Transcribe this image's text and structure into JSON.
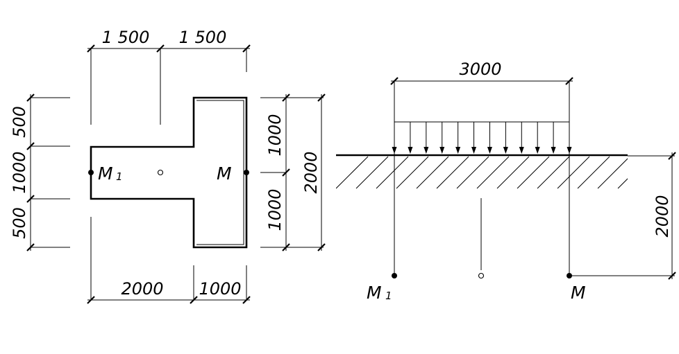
{
  "plan_view": {
    "dimensions": {
      "top_left": "1 500",
      "top_right": "1 500",
      "left_top": "500",
      "left_middle": "1000",
      "left_bottom": "500",
      "right_upper": "1000",
      "right_lower": "1000",
      "right_total": "2000",
      "bottom_left": "2000",
      "bottom_right": "1000"
    },
    "labels": {
      "m1_main": "M",
      "m1_sub": "1",
      "m": "M"
    }
  },
  "section_view": {
    "dimensions": {
      "load_width": "3000",
      "depth": "2000"
    },
    "labels": {
      "m1_main": "M",
      "m1_sub": "1",
      "m": "M"
    },
    "load_arrow_count": 12
  }
}
